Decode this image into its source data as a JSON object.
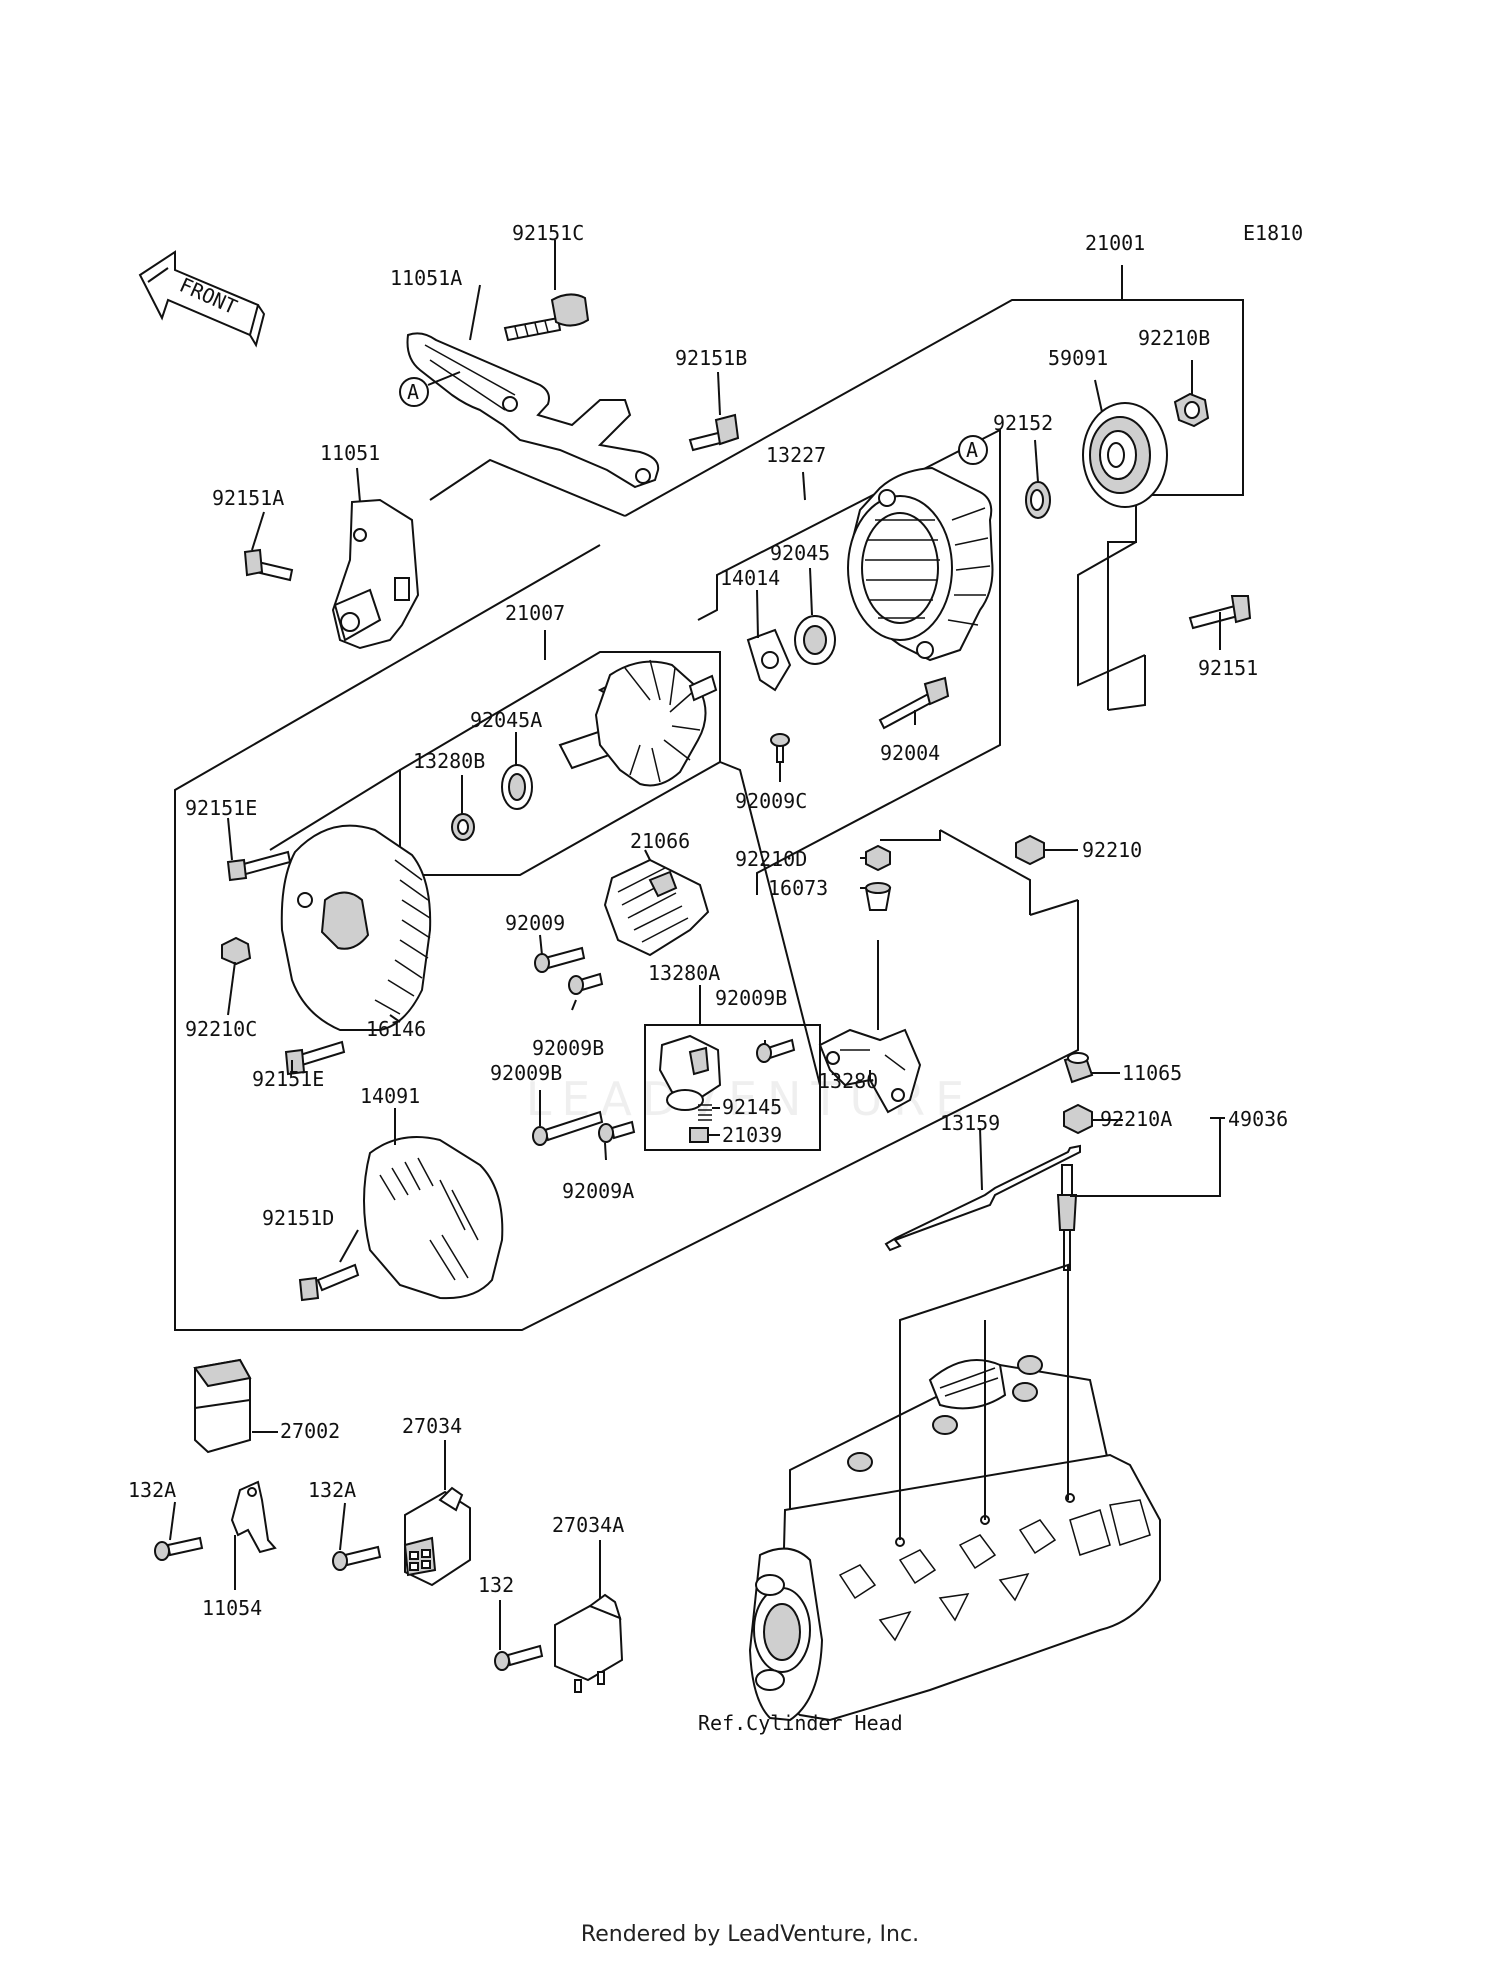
{
  "diagram_code": "E1810",
  "front_label": "FRONT",
  "ref_marker": "A",
  "reference_label": "Ref.Cylinder Head",
  "watermark": "LEADVENTURE",
  "footer": "Rendered by LeadVenture, Inc.",
  "parts": [
    {
      "id": "92151C"
    },
    {
      "id": "11051A"
    },
    {
      "id": "92151B"
    },
    {
      "id": "21001"
    },
    {
      "id": "92210B"
    },
    {
      "id": "59091"
    },
    {
      "id": "92152"
    },
    {
      "id": "13227"
    },
    {
      "id": "11051"
    },
    {
      "id": "92151A"
    },
    {
      "id": "14014"
    },
    {
      "id": "92045"
    },
    {
      "id": "92151"
    },
    {
      "id": "21007"
    },
    {
      "id": "92045A"
    },
    {
      "id": "13280B"
    },
    {
      "id": "92004"
    },
    {
      "id": "92009C"
    },
    {
      "id": "92151E"
    },
    {
      "id": "21066"
    },
    {
      "id": "92210D"
    },
    {
      "id": "92210"
    },
    {
      "id": "16073"
    },
    {
      "id": "92009"
    },
    {
      "id": "13280A"
    },
    {
      "id": "92009B"
    },
    {
      "id": "92210C"
    },
    {
      "id": "16146"
    },
    {
      "id": "92009B"
    },
    {
      "id": "13280"
    },
    {
      "id": "92151E"
    },
    {
      "id": "92009B"
    },
    {
      "id": "11065"
    },
    {
      "id": "14091"
    },
    {
      "id": "92145"
    },
    {
      "id": "92210A"
    },
    {
      "id": "49036"
    },
    {
      "id": "21039"
    },
    {
      "id": "13159"
    },
    {
      "id": "92009A"
    },
    {
      "id": "92151D"
    },
    {
      "id": "27002"
    },
    {
      "id": "27034"
    },
    {
      "id": "132A"
    },
    {
      "id": "132A"
    },
    {
      "id": "11054"
    },
    {
      "id": "27034A"
    },
    {
      "id": "132"
    }
  ]
}
